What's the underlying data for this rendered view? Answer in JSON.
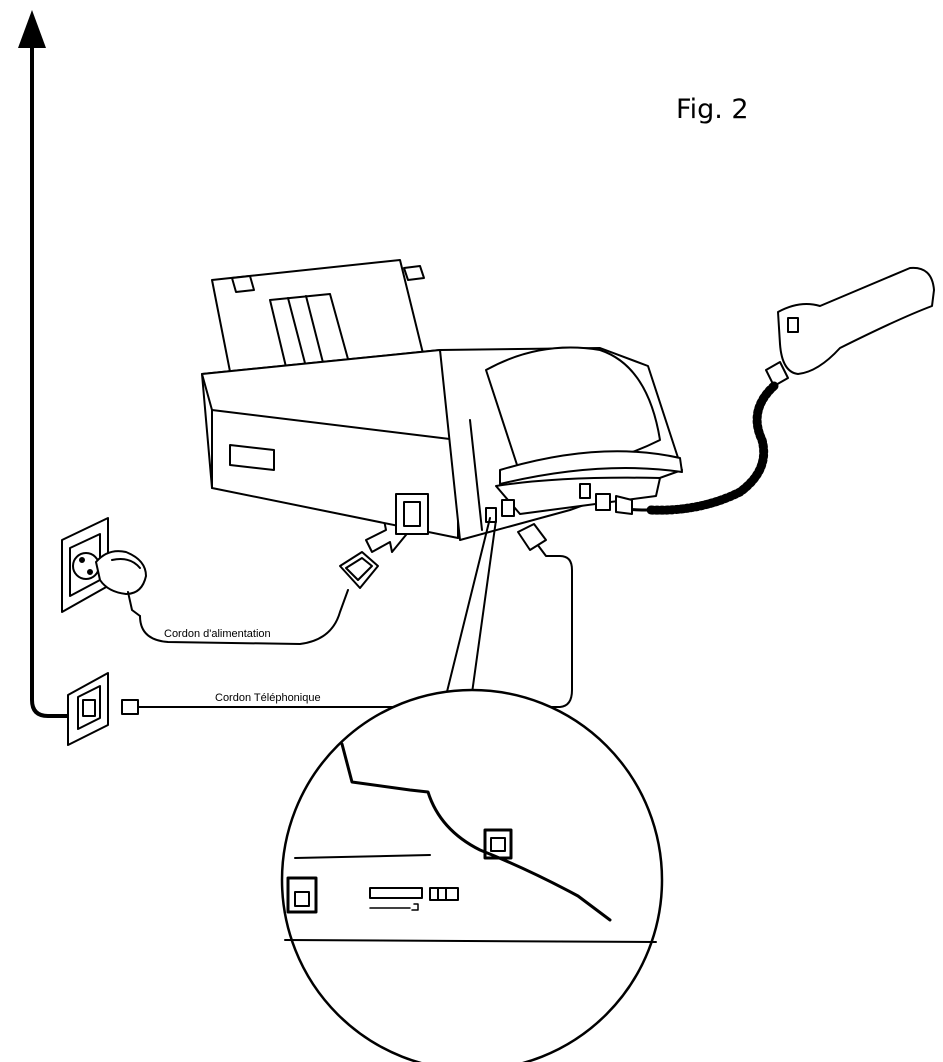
{
  "figure": {
    "title": "Fig. 2",
    "labels": {
      "power_cord": "Cordon d'alimentation",
      "phone_cord": "Cordon Téléphonique"
    }
  },
  "colors": {
    "ink": "#000000",
    "paper": "#ffffff"
  }
}
